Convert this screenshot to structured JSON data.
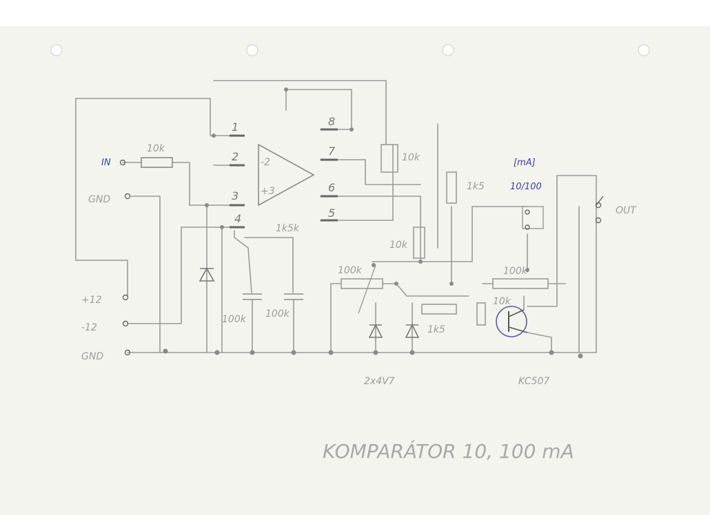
{
  "labels": {
    "in": "IN",
    "gnd_in": "GND",
    "plus12": "+12",
    "minus12": "-12",
    "gnd": "GND",
    "out": "OUT",
    "r_in": "10k",
    "r_fb": "10k",
    "r_1k5_top": "1k5",
    "r_1k5_bottom": "1k5",
    "r_10k_mid": "10k",
    "r_100k_left": "100k",
    "r_100k_right": "100k",
    "r_10k_base": "10k",
    "r_1k5_op": "1k5k",
    "c1": "100k",
    "c2": "100k",
    "diodes": "2x4V7",
    "transistor": "KC507",
    "meter_unit": "[mA]",
    "meter_range": "10/100",
    "title": "KOMPARÁTOR 10, 100 mA"
  },
  "opamp_pins": [
    "1",
    "2",
    "3",
    "4",
    "8",
    "7",
    "6",
    "5"
  ],
  "opamp_inputs": [
    "-2",
    "+3"
  ],
  "colors": {
    "paper": "#f4f5ef",
    "pencil": "#9a9a9a",
    "ink_blue": "#3a3fa8"
  }
}
